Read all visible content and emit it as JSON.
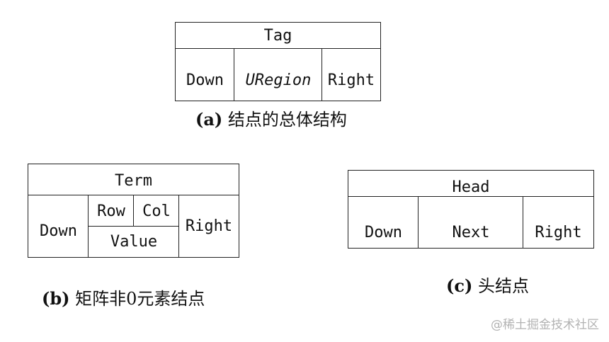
{
  "diagram_a": {
    "top": "Tag",
    "cells": [
      "Down",
      "URegion",
      "Right"
    ],
    "caption_label": "(a)",
    "caption_text": "结点的总体结构"
  },
  "diagram_b": {
    "top": "Term",
    "left": "Down",
    "row": "Row",
    "col": "Col",
    "value": "Value",
    "right": "Right",
    "caption_label": "(b)",
    "caption_text": "矩阵非0元素结点"
  },
  "diagram_c": {
    "top": "Head",
    "cells": [
      "Down",
      "Next",
      "Right"
    ],
    "caption_label": "(c)",
    "caption_text": "头结点"
  },
  "watermark": "@稀土掘金技术社区"
}
